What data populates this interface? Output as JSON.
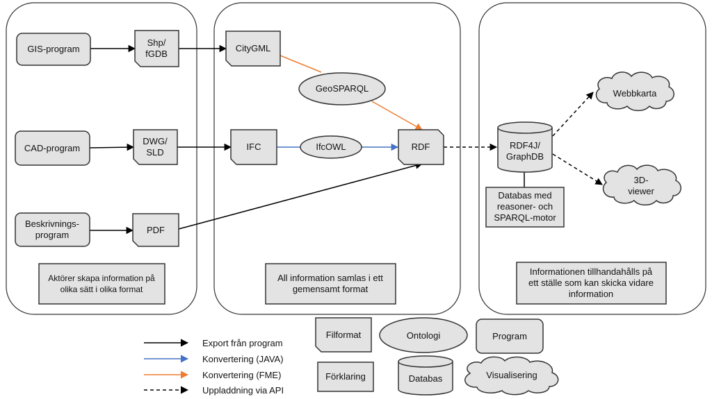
{
  "panels": {
    "left_caption": [
      "Aktörer skapa information på",
      "olika sätt i olika format"
    ],
    "middle_caption": [
      "All information samlas i ett",
      "gemensamt format"
    ],
    "right_caption": [
      "Informationen tillhandahålls på",
      "ett ställe som kan skicka vidare",
      "information"
    ]
  },
  "nodes": {
    "gis_program": [
      "GIS-program"
    ],
    "cad_program": [
      "CAD-program"
    ],
    "beskrivnings_program": [
      "Beskrivnings-",
      "program"
    ],
    "shp_fgdb": [
      "Shp/",
      "fGDB"
    ],
    "dwg_sld": [
      "DWG/",
      "SLD"
    ],
    "pdf": [
      "PDF"
    ],
    "citygml": [
      "CityGML"
    ],
    "geosparql": [
      "GeoSPARQL"
    ],
    "ifc": [
      "IFC"
    ],
    "ifcowl": [
      "IfcOWL"
    ],
    "rdf": [
      "RDF"
    ],
    "rdf4j": [
      "RDF4J/",
      "GraphDB"
    ],
    "db_note": [
      "Databas med",
      "reasoner- och",
      "SPARQL-motor"
    ],
    "webbkarta": [
      "Webbkarta"
    ],
    "viewer3d": [
      "3D-",
      "viewer"
    ]
  },
  "legend": {
    "lines": [
      {
        "label": "Export från program",
        "color": "#000000",
        "dashed": false
      },
      {
        "label": "Konvertering (JAVA)",
        "color": "#4472c4",
        "dashed": false
      },
      {
        "label": "Konvertering (FME)",
        "color": "#ed7d31",
        "dashed": false
      },
      {
        "label": "Uppladdning via API",
        "color": "#000000",
        "dashed": true
      }
    ],
    "shapes": {
      "filformat": "Filformat",
      "ontologi": "Ontologi",
      "program": "Program",
      "forklaring": "Förklaring",
      "databas": "Databas",
      "visualisering": "Visualisering"
    }
  },
  "colors": {
    "fill": "#e3e3e3",
    "stroke": "#333333",
    "java": "#4472c4",
    "fme": "#ed7d31",
    "export": "#000000"
  }
}
